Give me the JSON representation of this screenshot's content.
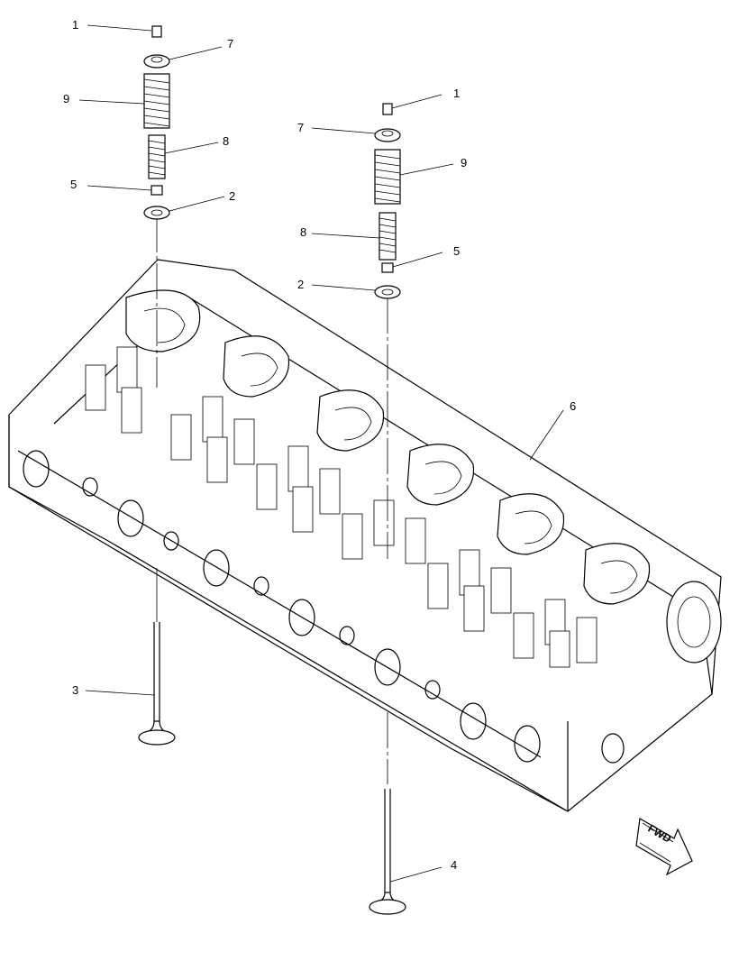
{
  "callouts": {
    "left": {
      "c1": "1",
      "c7": "7",
      "c9": "9",
      "c8": "8",
      "c5": "5",
      "c2": "2",
      "c3": "3"
    },
    "right": {
      "c1": "1",
      "c7": "7",
      "c9": "9",
      "c8": "8",
      "c5": "5",
      "c2": "2",
      "c4": "4",
      "c6": "6"
    }
  },
  "direction_arrow": {
    "label": "FWD",
    "icon": "forward-arrow-icon"
  }
}
